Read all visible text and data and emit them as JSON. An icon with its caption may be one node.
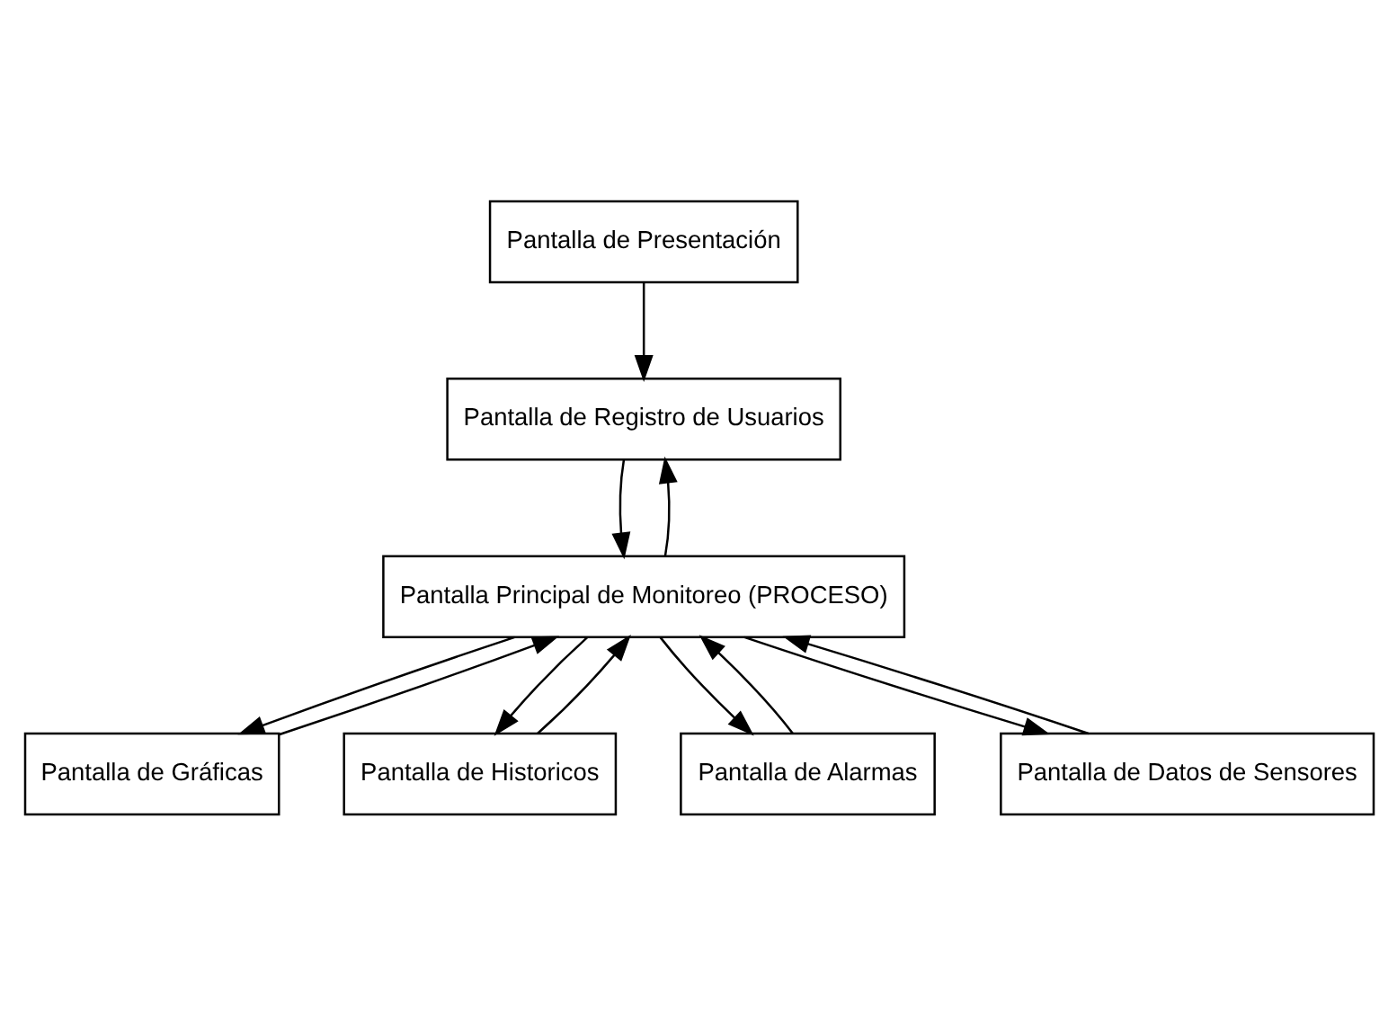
{
  "diagram": {
    "nodes": [
      {
        "text": [
          "Pantalla de Presentación"
        ]
      },
      {
        "text": [
          "Pantalla de Registro de Usuarios"
        ]
      },
      {
        "text": [
          "Pantalla Principal de Monitoreo (PROCESO)"
        ]
      },
      {
        "text": [
          "Pantalla de Gráficas"
        ]
      },
      {
        "text": [
          "Pantalla de Historicos"
        ]
      },
      {
        "text": [
          "Pantalla de Alarmas"
        ]
      },
      {
        "text": [
          "Pantalla de Datos de Sensores"
        ]
      }
    ],
    "edges": [
      {
        "from": 0,
        "to": 1,
        "arrow": "to"
      },
      {
        "from": 1,
        "to": 2,
        "arrow": "to"
      },
      {
        "from": 2,
        "to": 1,
        "arrow": "to"
      },
      {
        "from": 2,
        "to": 3,
        "arrow": "to"
      },
      {
        "from": 2,
        "to": 4,
        "arrow": "to"
      },
      {
        "from": 2,
        "to": 5,
        "arrow": "to"
      },
      {
        "from": 2,
        "to": 6,
        "arrow": "to"
      },
      {
        "from": 3,
        "to": 2,
        "arrow": "to"
      },
      {
        "from": 4,
        "to": 2,
        "arrow": "to"
      },
      {
        "from": 5,
        "to": 2,
        "arrow": "to"
      },
      {
        "from": 6,
        "to": 2,
        "arrow": "to"
      }
    ]
  }
}
